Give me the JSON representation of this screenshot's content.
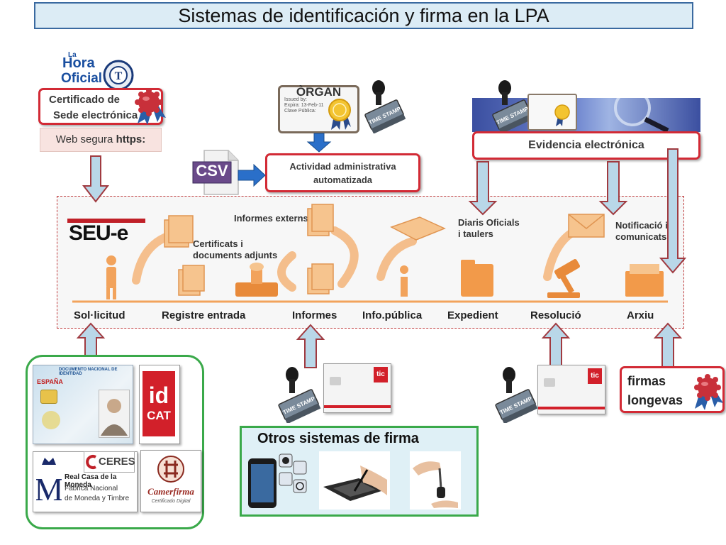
{
  "title": "Sistemas de identificación y firma en la  LPA",
  "logo_hora_oficial": {
    "line1": "La",
    "line2": "Hora",
    "line3": "Oficial"
  },
  "certificado_sede": {
    "line1": "Certificado de",
    "line2": "Sede electrónica"
  },
  "web_segura": {
    "prefix": "Web segura ",
    "bold": "https:"
  },
  "organ": {
    "label": "ÒRGAN",
    "cert_lines": [
      "Issued by:",
      "Expira:  13-Feb-11",
      "Clave Pública:"
    ]
  },
  "actividad_admin": {
    "line1": "Actividad administrativa",
    "line2": "automatizada"
  },
  "csv_label": "CSV",
  "evidencia": "Evidencia electrónica",
  "time_stamp": "TIME STAMP",
  "flow": {
    "seu_label": "SEU-e",
    "annotations": {
      "informes_externs": "Informes externs",
      "certificats": [
        "Certificats i",
        "documents adjunts"
      ],
      "diaris": [
        "Diaris Oficials",
        "i taulers"
      ],
      "notificacio": [
        "Notificació i",
        "comunicats"
      ]
    },
    "stages": [
      "Sol·licitud",
      "Registre entrada",
      "Informes",
      "Info.pública",
      "Expedient",
      "Resolució",
      "Arxiu"
    ]
  },
  "id_cards": {
    "dni_header": "DOCUMENTO NACIONAL DE IDENTIDAD",
    "dni_country": "ESPAÑA",
    "idcat": {
      "line1": "id",
      "line2": "CAT"
    },
    "ceres": "CERES",
    "fnmt": {
      "line1": "Real Casa de la Moneda",
      "line2": "Fábrica Nacional",
      "line3": "de Moneda y Timbre"
    },
    "camerfirma": {
      "name": "Camerfirma",
      "sub": "Certificado Digital"
    }
  },
  "otros_sistemas": "Otros sistemas de firma",
  "firmas_longevas": {
    "line1": "firmas",
    "line2": "longevas"
  },
  "ticket_brand": "tic",
  "colors": {
    "red": "#d22a35",
    "arrow_fill": "#b9d7e8",
    "arrow_stroke": "#a03a40",
    "title_bg": "#dcecf5",
    "green": "#3aa94a",
    "orange": "#f2a35c"
  }
}
